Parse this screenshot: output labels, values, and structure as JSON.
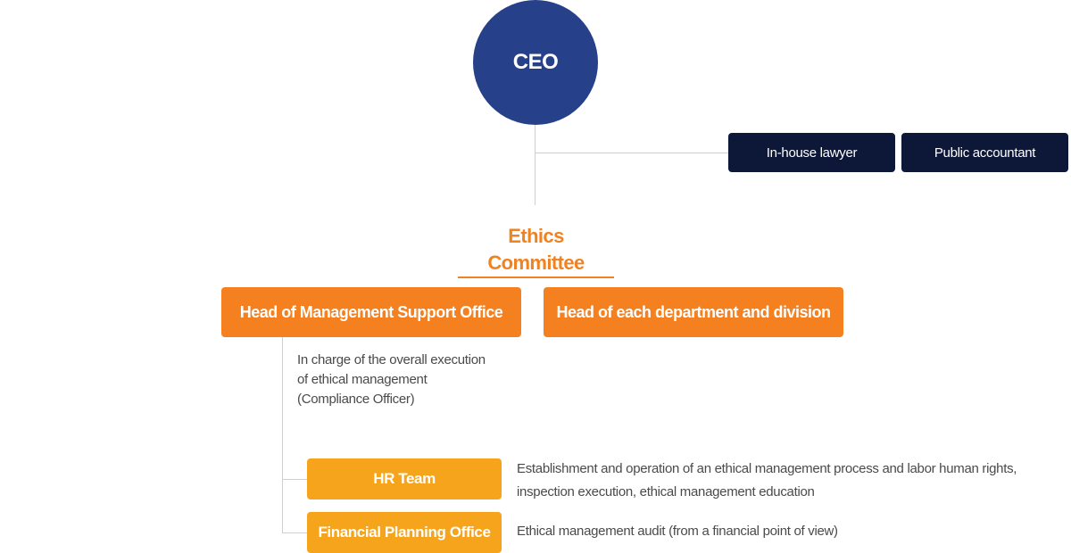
{
  "ceo": {
    "label": "CEO"
  },
  "advisors": [
    {
      "label": "In-house lawyer"
    },
    {
      "label": "Public accountant"
    }
  ],
  "committee": {
    "label": "Ethics Committee"
  },
  "heads": [
    {
      "label": "Head of Management Support Office",
      "description_lines": [
        "In charge of the overall execution",
        "of ethical management",
        "(Compliance Officer)"
      ]
    },
    {
      "label": "Head of each department and division"
    }
  ],
  "teams": [
    {
      "label": "HR Team",
      "description_lines": [
        "Establishment and operation of an ethical management process and labor human rights,",
        "inspection execution, ethical management education"
      ]
    },
    {
      "label": "Financial Planning Office",
      "description_lines": [
        "Ethical management audit (from a financial point of view)"
      ]
    }
  ],
  "colors": {
    "ceo": "#26408a",
    "advisor": "#0d1737",
    "committee_text": "#f08221",
    "head_box": "#f4801f",
    "team_box": "#f5a41b",
    "connector": "#cfcfcf"
  }
}
